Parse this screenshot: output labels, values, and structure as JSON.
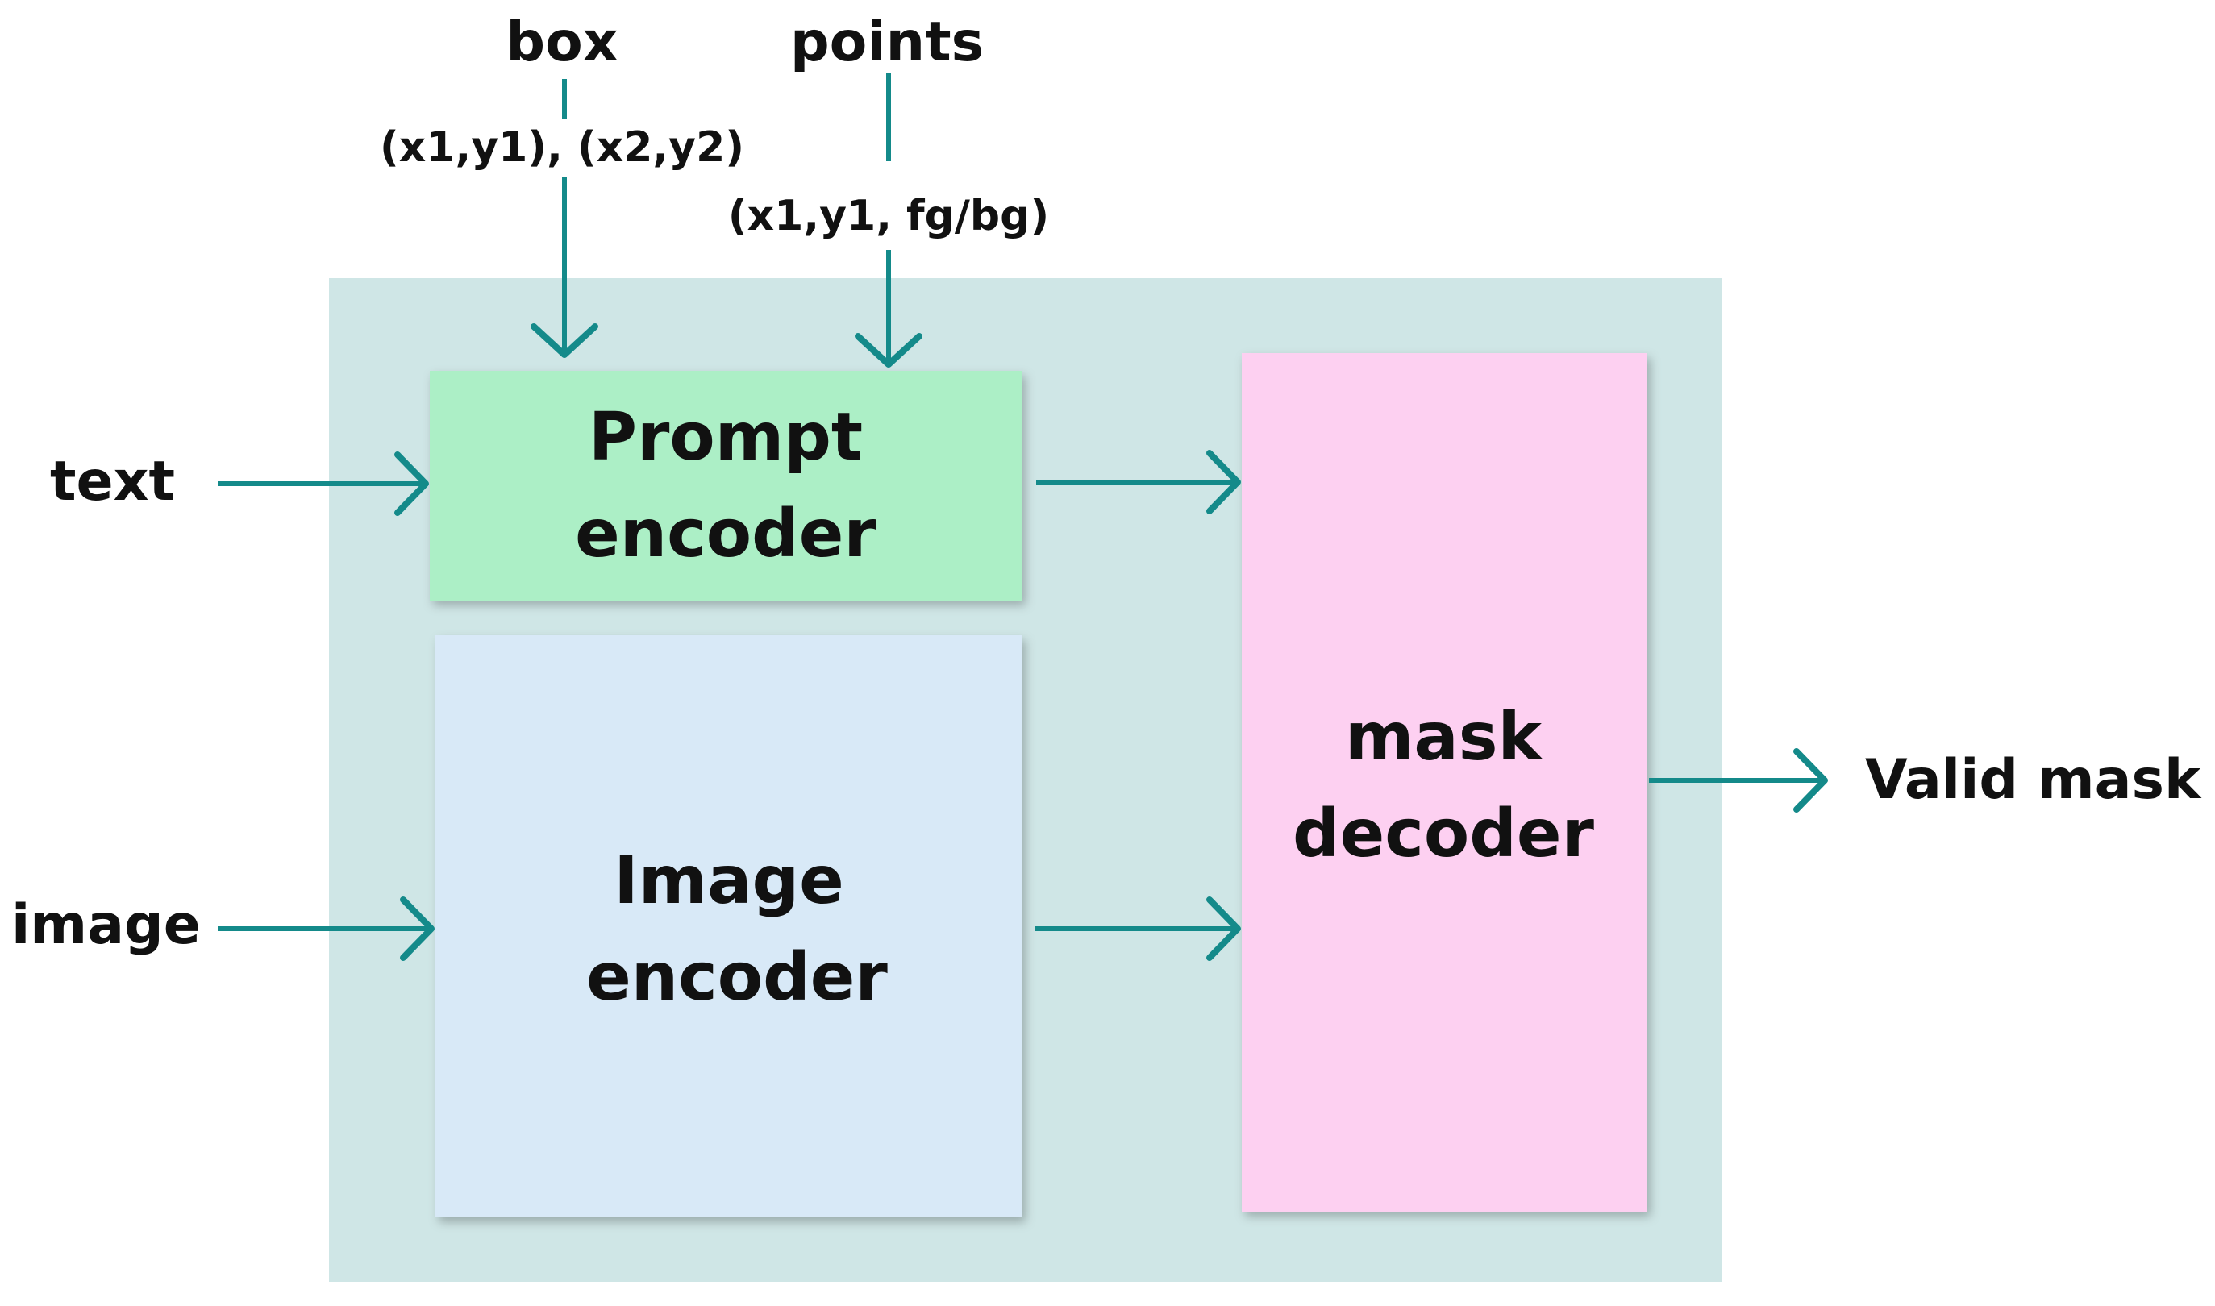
{
  "inputs": {
    "box": {
      "label": "box",
      "coords": "(x1,y1), (x2,y2)"
    },
    "points": {
      "label": "points",
      "coords": "(x1,y1, fg/bg)"
    },
    "text": "text",
    "image": "image"
  },
  "blocks": {
    "prompt_encoder": {
      "line1": "Prompt",
      "line2": "encoder"
    },
    "image_encoder": {
      "line1": "Image",
      "line2": "encoder"
    },
    "mask_decoder": {
      "line1": "mask",
      "line2": "decoder"
    }
  },
  "output": "Valid mask",
  "colors": {
    "container": "#cfe6e6",
    "prompt_encoder": "#acefc6",
    "image_encoder": "#d8e9f7",
    "mask_decoder": "#fdd0f1",
    "arrow": "#148a8a"
  }
}
